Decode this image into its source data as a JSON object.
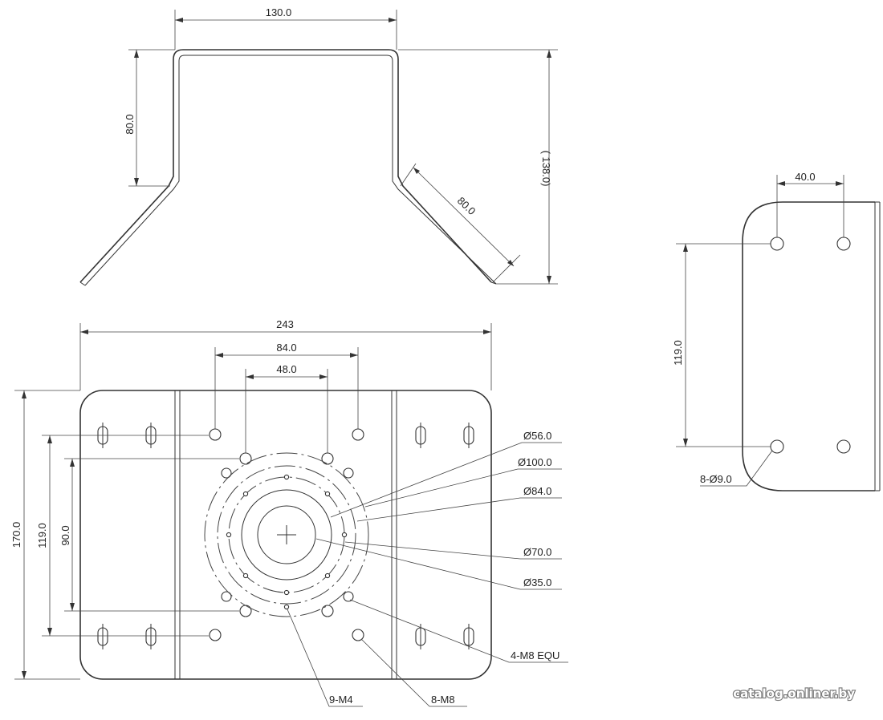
{
  "top_view": {
    "width_label": "130.0",
    "height_label": "80.0",
    "overall_height_label": "( 138.0)",
    "flange_label": "80.0"
  },
  "plate_view": {
    "width_label": "243",
    "bolt_spacing_outer_label": "84.0",
    "bolt_spacing_inner_label": "48.0",
    "height_label": "170.0",
    "slot_spacing_label": "119.0",
    "inner_spacing_label": "90.0",
    "callouts": {
      "d56": "Ø56.0",
      "d100": "Ø100.0",
      "d84": "Ø84.0",
      "d70": "Ø70.0",
      "d35": "Ø35.0",
      "m8_equ": "4-M8 EQU",
      "m4": "9-M4",
      "m8": "8-M8"
    }
  },
  "side_view": {
    "hole_spacing_label": "40.0",
    "height_label": "119.0",
    "hole_label": "8-Ø9.0"
  },
  "watermark": "catalog.onliner.by",
  "colors": {
    "line": "#333333",
    "background": "#ffffff"
  }
}
